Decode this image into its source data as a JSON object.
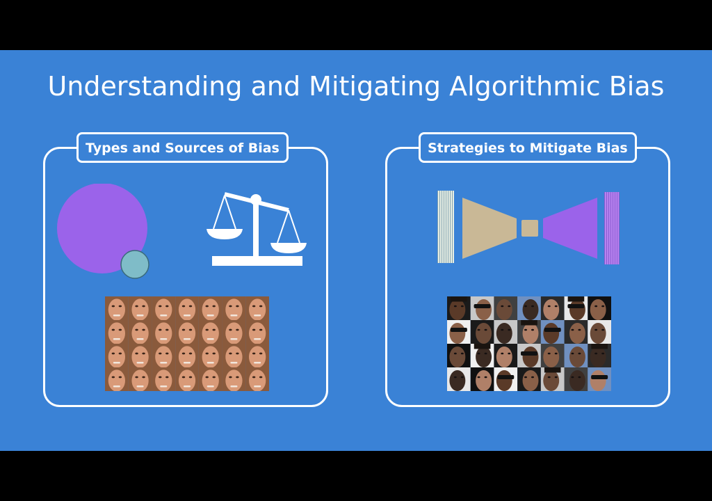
{
  "slide": {
    "title": "Understanding and Mitigating Algorithmic Bias",
    "background_color": "#3a82d6",
    "letterbox_color": "#000000"
  },
  "left_panel": {
    "label": "Types and Sources of Bias",
    "icons": [
      "large-circle-small-circle-icon",
      "balance-scale-icon"
    ],
    "image": "uniform-faces-grid",
    "colors": {
      "big_circle": "#9b63ea",
      "small_circle": "#7fbcc8",
      "scale": "#ffffff"
    }
  },
  "right_panel": {
    "label": "Strategies to Mitigate Bias",
    "icons": [
      "autoencoder-network-icon"
    ],
    "image": "diverse-faces-grid",
    "colors": {
      "encoder": "#c9b896",
      "decoder": "#9b63ea",
      "input_bar": "#e8efe4",
      "output_bar": "#b883f0"
    }
  }
}
